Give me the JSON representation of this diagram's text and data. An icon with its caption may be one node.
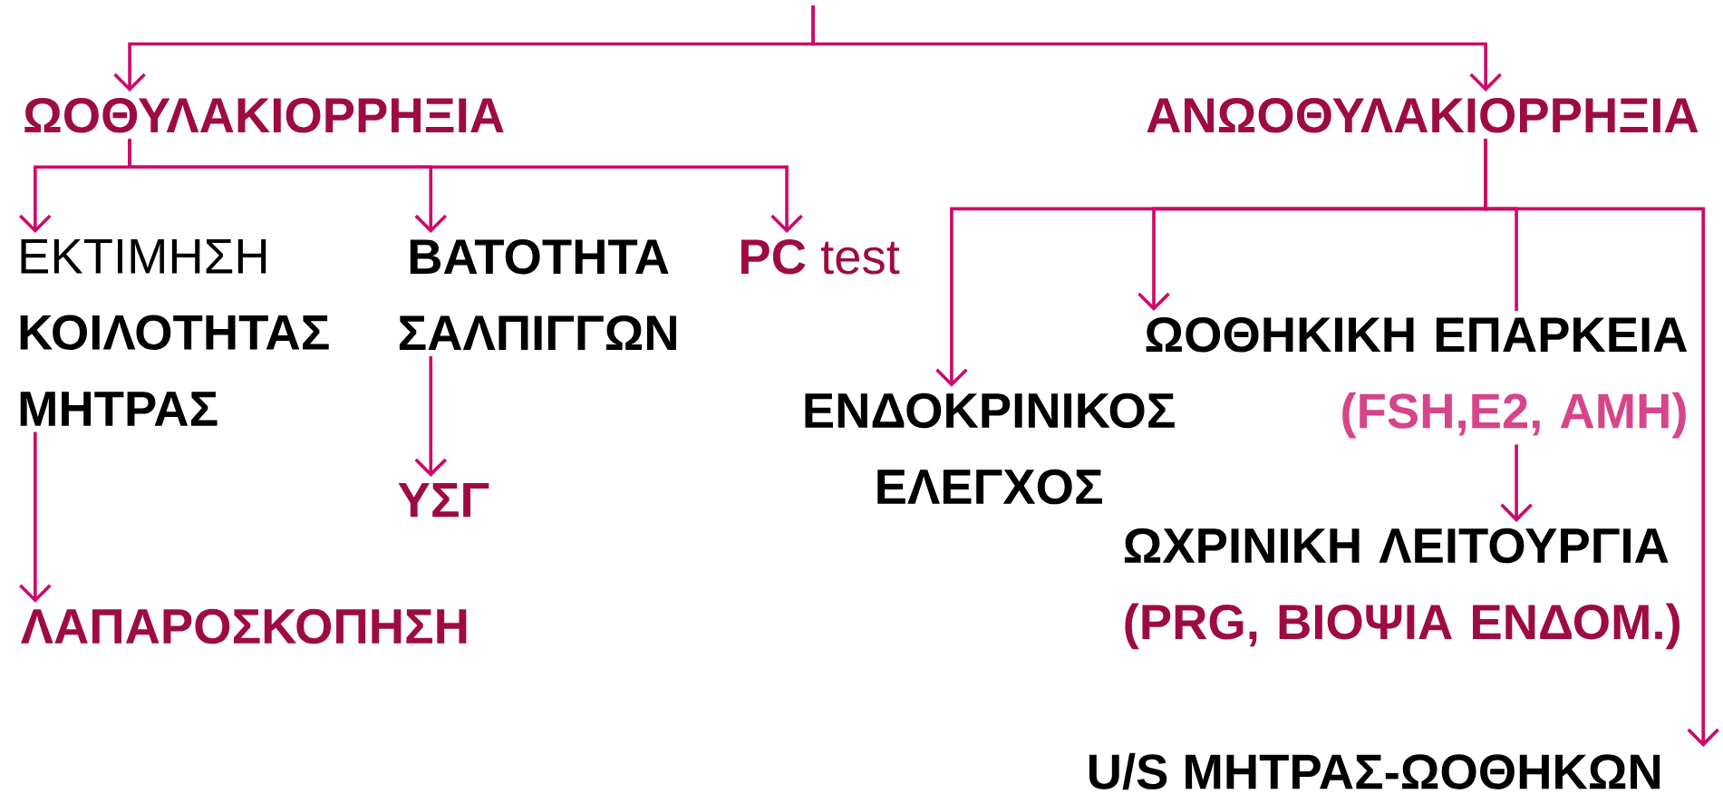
{
  "diagram": {
    "nodes": [
      {
        "text": [
          "ΩΟΘΥΛΑΚΙΟΡΡΗΞΙΑ"
        ]
      },
      {
        "text": [
          "ΑΝΩΟΘΥΛΑΚΙΟΡΡΗΞΙΑ"
        ]
      },
      {
        "text": [
          "ΕΚΤΙΜΗΣΗ **ΚΟΙΛΟΤΗΤΑΣ ΜΗΤΡΑΣ**"
        ]
      },
      {
        "text": [
          "ΒΑΤΟΤΗΤΑ ΣΑΛΠΙΓΓΩΝ"
        ]
      },
      {
        "text": [
          "**PC** test"
        ]
      },
      {
        "text": [
          "ΛΑΠΑΡΟΣΚΟΠΗΣΗ"
        ]
      },
      {
        "text": [
          "ΥΣΓ"
        ]
      },
      {
        "text": [
          "ΕΝΔΟΚΡΙΝΙΚΟΣ ΕΛΕΓΧΟΣ"
        ]
      },
      {
        "text": [
          "ΩΟΘΗΚΙΚΗ ΕΠΑΡΚΕΙΑ",
          "(FSH,E2, AMH)"
        ]
      },
      {
        "text": [
          "ΩΧΡΙΝΙΚΗ ΛΕΙΤΟΥΡΓΙΑ",
          "(PRG, ΒΙΟΨΙΑ ΕΝΔΟΜ.)"
        ]
      },
      {
        "text": [
          "U/S ΜΗΤΡΑΣ-ΩΟΘΗΚΩΝ"
        ]
      }
    ],
    "edges": [
      {
        "from": null,
        "to": 0,
        "arrow": "to"
      },
      {
        "from": null,
        "to": 1,
        "arrow": "to"
      },
      {
        "from": 0,
        "to": 2,
        "arrow": "to"
      },
      {
        "from": 0,
        "to": 3,
        "arrow": "to"
      },
      {
        "from": 0,
        "to": 4,
        "arrow": "to"
      },
      {
        "from": 2,
        "to": 5,
        "arrow": "to"
      },
      {
        "from": 3,
        "to": 6,
        "arrow": "to"
      },
      {
        "from": 1,
        "to": 7,
        "arrow": "to"
      },
      {
        "from": 1,
        "to": 8,
        "arrow": "to"
      },
      {
        "from": 1,
        "to": 8,
        "arrow": "none"
      },
      {
        "from": 8,
        "to": 9,
        "arrow": "to"
      },
      {
        "from": 1,
        "to": 10,
        "arrow": "to"
      }
    ]
  }
}
